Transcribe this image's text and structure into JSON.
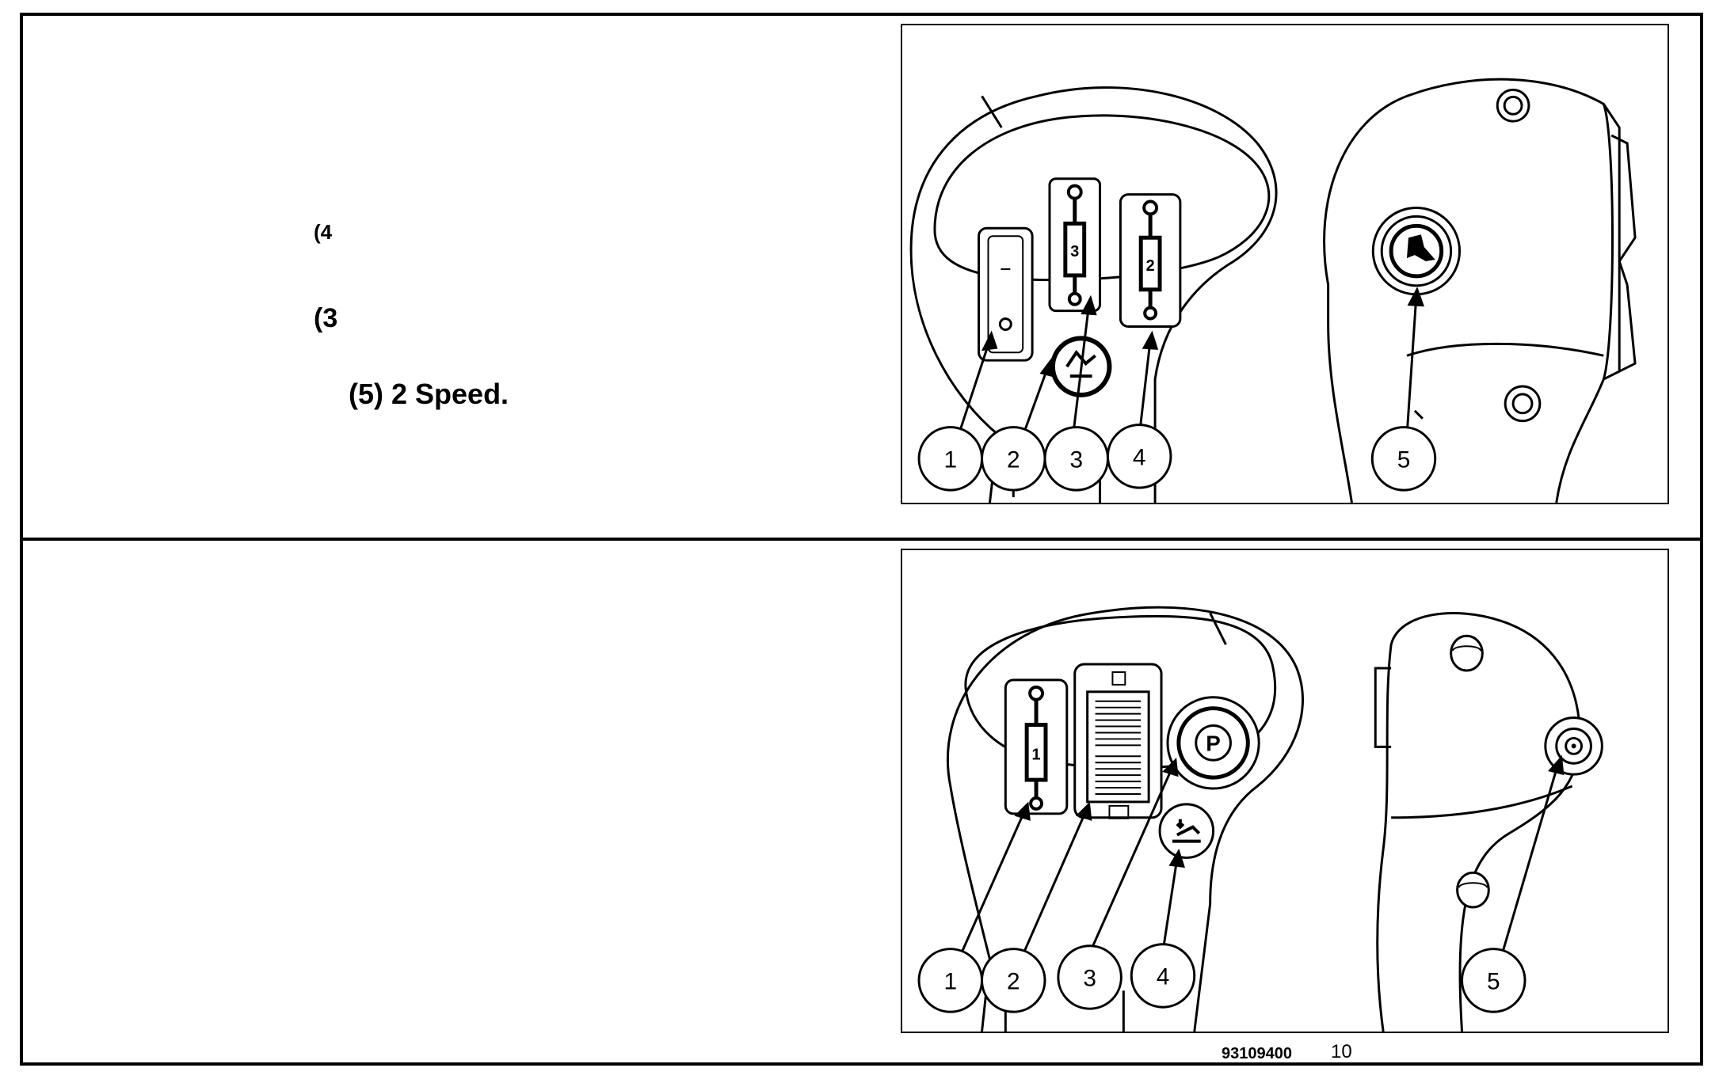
{
  "section_top": {
    "legend_fragments": [
      "(4",
      "(3",
      "(5) 2 Speed."
    ],
    "callouts": [
      "1",
      "2",
      "3",
      "4",
      "5"
    ],
    "button_labels": [
      "3",
      "2"
    ]
  },
  "section_bottom": {
    "callouts": [
      "1",
      "2",
      "3",
      "4",
      "5"
    ],
    "button_labels": [
      "1",
      "P"
    ]
  },
  "footer": {
    "figure_code": "93109400",
    "page_number": "10"
  }
}
